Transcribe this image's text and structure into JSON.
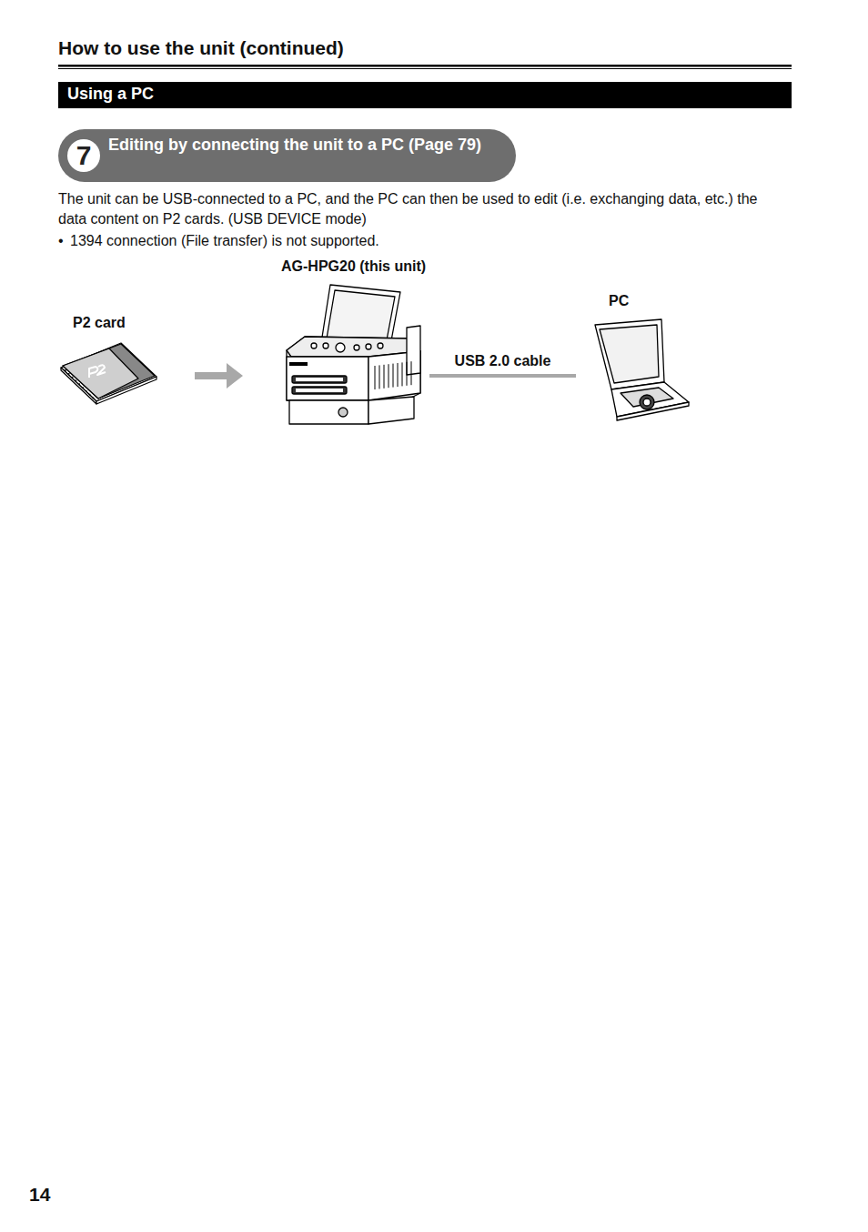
{
  "diagram": {
    "title": "How to use the unit (continued)",
    "nodes": [
      {
        "text": [
          "Using a PC"
        ]
      },
      {
        "text": [
          "Editing by connecting the unit to a PC (Page 79)"
        ]
      },
      {
        "text": [
          "7"
        ],
        "in": 1
      },
      {
        "text": [
          "P2 card"
        ]
      },
      {
        "text": [
          "AG-HPG20 (this unit)"
        ]
      },
      {
        "text": [
          "PC"
        ]
      }
    ],
    "edges": [
      {
        "from": 3,
        "to": 4,
        "arrow": "to"
      },
      {
        "from": 4,
        "to": 5,
        "label": "USB 2.0 cable",
        "arrow": "none"
      }
    ],
    "labels": [
      "The unit can be USB-connected to a PC, and the PC can then be used to edit (i.e. exchanging data, etc.) the data content on P2 cards. (USB DEVICE mode)",
      "•",
      "1394 connection (File transfer) is not supported.",
      "14"
    ]
  }
}
